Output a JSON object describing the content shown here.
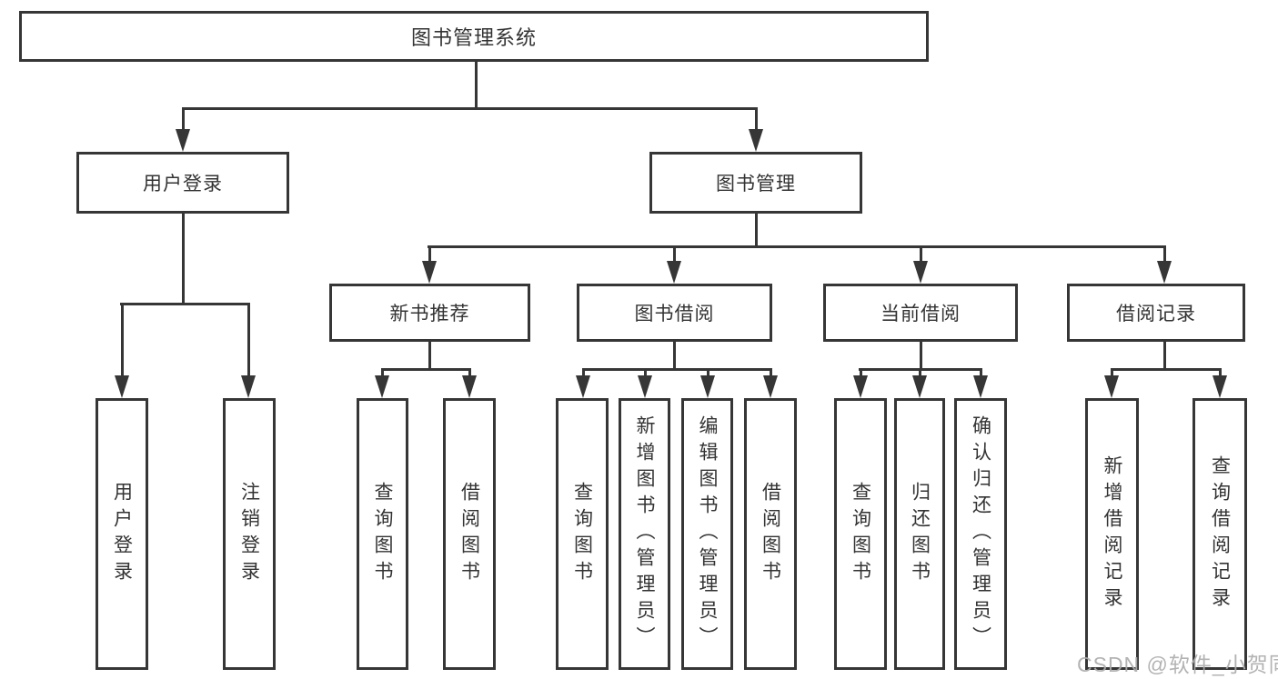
{
  "tree": {
    "root": {
      "label": "图书管理系统"
    },
    "children": [
      {
        "label": "用户登录",
        "children": [
          {
            "label": "用户登录"
          },
          {
            "label": "注销登录"
          }
        ]
      },
      {
        "label": "图书管理",
        "children": [
          {
            "label": "新书推荐",
            "children": [
              {
                "label": "查询图书"
              },
              {
                "label": "借阅图书"
              }
            ]
          },
          {
            "label": "图书借阅",
            "children": [
              {
                "label": "查询图书"
              },
              {
                "label": "新增图书（管理员）"
              },
              {
                "label": "编辑图书（管理员）"
              },
              {
                "label": "借阅图书"
              }
            ]
          },
          {
            "label": "当前借阅",
            "children": [
              {
                "label": "查询图书"
              },
              {
                "label": "归还图书"
              },
              {
                "label": "确认归还（管理员）"
              }
            ]
          },
          {
            "label": "借阅记录",
            "children": [
              {
                "label": "新增借阅记录"
              },
              {
                "label": "查询借阅记录"
              }
            ]
          }
        ]
      }
    ]
  },
  "watermark": {
    "text": "CSDN @软件_小贺同学"
  },
  "colors": {
    "line": "#363636",
    "text": "#333333",
    "watermark": "#acacac",
    "background": "#ffffff"
  }
}
